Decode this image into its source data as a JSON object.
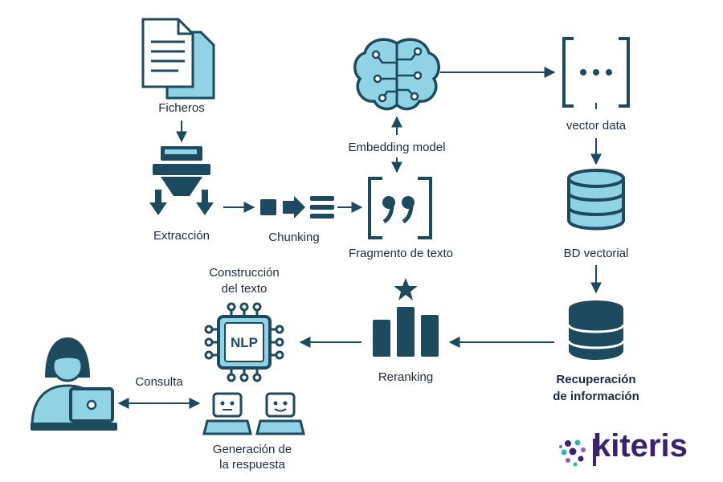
{
  "nodes": {
    "ficheros": {
      "label": "Ficheros"
    },
    "extraccion": {
      "label": "Extracción"
    },
    "chunking": {
      "label": "Chunking"
    },
    "embedding": {
      "label": "Embedding model"
    },
    "fragmento": {
      "label": "Fragmento de texto"
    },
    "vector_data": {
      "label": "vector data"
    },
    "bd_vectorial": {
      "label": "BD vectorial"
    },
    "recuperacion": {
      "label_line1": "Recuperación",
      "label_line2": "de información"
    },
    "reranking": {
      "label": "Reranking"
    },
    "construccion": {
      "label_line1": "Construcción",
      "label_line2": "del texto",
      "chip_text": "NLP"
    },
    "generacion": {
      "label_line1": "Generación de",
      "label_line2": "la respuesta"
    },
    "consulta": {
      "label": "Consulta"
    }
  },
  "logo": {
    "text": "kiteris"
  },
  "colors": {
    "dark": "#1e4a5f",
    "light": "#8fd3e4",
    "accent": "#3a2270"
  }
}
